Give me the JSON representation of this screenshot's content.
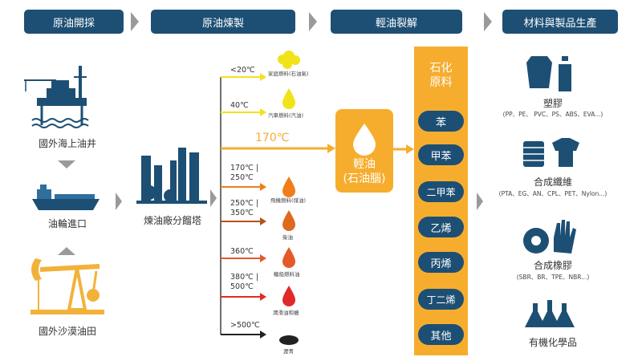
{
  "stages": [
    "原油開採",
    "原油煉製",
    "輕油裂解",
    "材料與製品生產"
  ],
  "sources": {
    "offshore": "國外海上油井",
    "tanker": "油輪進口",
    "desert": "國外沙漠油田"
  },
  "refinery": {
    "label": "煉油廠分餾塔"
  },
  "fractions": [
    {
      "temp": "<20℃",
      "name": "家庭燃料(石油氣)",
      "color": "#f2e21a"
    },
    {
      "temp": "40℃",
      "name": "汽車燃料(汽油)",
      "color": "#f2e21a"
    },
    {
      "temp": "170℃",
      "name": "",
      "color": "#f6ad2e"
    },
    {
      "temp": "170℃ | 250℃",
      "name": "飛機燃料(煤油)",
      "color": "#f07d1a"
    },
    {
      "temp": "250℃ | 350℃",
      "name": "柴油",
      "color": "#dd6a1f"
    },
    {
      "temp": "360℃",
      "name": "輪船燃料油",
      "color": "#e35a2a"
    },
    {
      "temp": "380℃ | 500℃",
      "name": "潤滑油和蠟",
      "color": "#e02a2a"
    },
    {
      "temp": ">500℃",
      "name": "瀝青",
      "color": "#222222"
    }
  ],
  "naphtha": {
    "line1": "輕油",
    "line2": "(石油腦)",
    "temp_label": "170℃"
  },
  "tower": {
    "title1": "石化",
    "title2": "原料",
    "items": [
      "苯",
      "甲苯",
      "二甲苯",
      "乙烯",
      "丙烯",
      "丁二烯",
      "其他"
    ]
  },
  "products": [
    {
      "name": "塑膠",
      "sub": "(PP、PE、 PVC、PS、ABS、EVA...)"
    },
    {
      "name": "合成纖維",
      "sub": "(PTA、EG、AN、CPL、PET、Nylon...)"
    },
    {
      "name": "合成橡膠",
      "sub": "(SBR、BR、TPE、NBR...)"
    },
    {
      "name": "有機化學品",
      "sub": ""
    }
  ],
  "colors": {
    "navy": "#1d4f74",
    "orange": "#f6ad2e",
    "grey": "#9a9a9a",
    "yellow_line": "#f2e21a"
  },
  "icons": [
    "oil-rig-icon",
    "tanker-icon",
    "pumpjack-icon",
    "refinery-icon",
    "drop-icon",
    "plastic-bottle-icon",
    "fiber-shirt-icon",
    "rubber-tire-glove-icon",
    "flask-icon"
  ]
}
